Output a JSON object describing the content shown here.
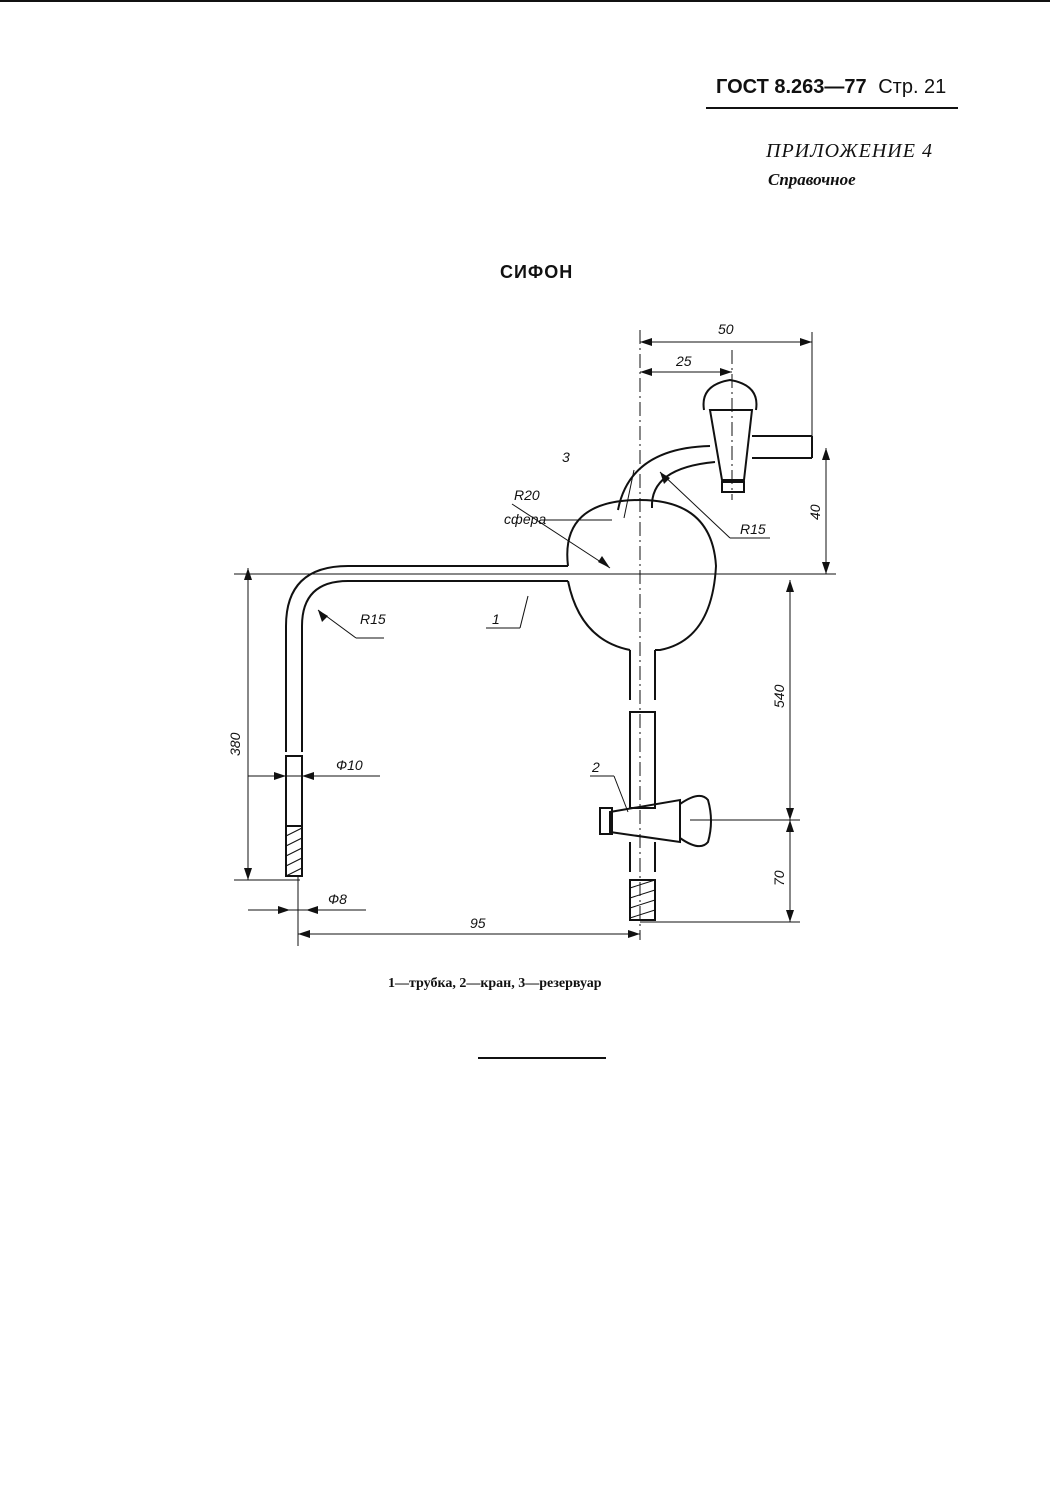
{
  "header": {
    "doc_id": "ГОСТ 8.263—77",
    "page": "Стр. 21"
  },
  "appendix": {
    "title": "ПРИЛОЖЕНИЕ 4",
    "subtitle": "Справочное"
  },
  "drawing": {
    "title": "СИФОН",
    "dimensions": {
      "width_50": "50",
      "width_25": "25",
      "height_40": "40",
      "radius_tap": "R15",
      "radius_sphere": "R20",
      "sphere_label": "сфера",
      "radius_bend": "R15",
      "height_380": "380",
      "height_540": "540",
      "height_70": "70",
      "diameter_10": "Ф10",
      "diameter_8": "Ф8",
      "width_95": "95"
    },
    "callouts": {
      "tube": "1",
      "tap": "2",
      "reservoir": "3"
    }
  },
  "caption": "1—трубка, 2—кран, 3—резервуар"
}
